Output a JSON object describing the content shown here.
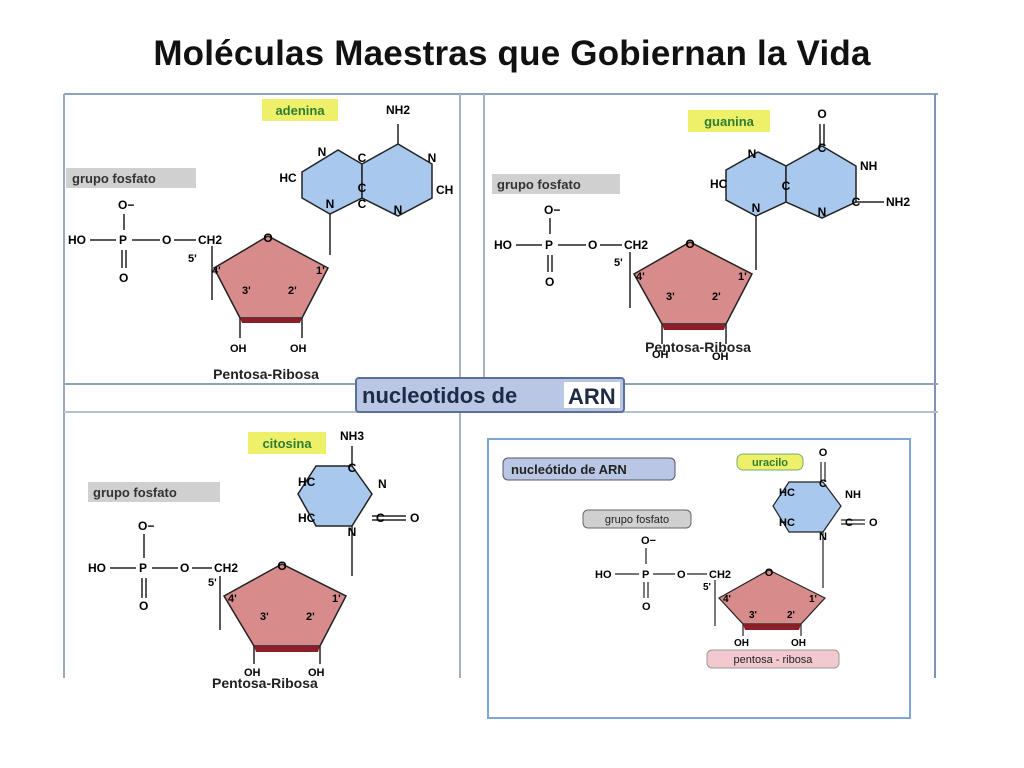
{
  "title": "Moléculas Maestras que Gobiernan la Vida",
  "center_label": {
    "part1": "nucleotidos de",
    "part2": "ARN"
  },
  "colors": {
    "base_fill": "#a9c8ee",
    "sugar_fill": "#d88b8b",
    "sugar_dark": "#8a1f2a",
    "label_box": "#d0d0d0",
    "base_label_bg": "#eef06a",
    "panel_line": "#8da3bf"
  },
  "panels": [
    {
      "base_name": "adenina",
      "phosphate_label": "grupo fosfato",
      "sugar_label": "Pentosa-Ribosa",
      "base_atoms": {
        "amino": "NH2",
        "n1": "N",
        "c1": "C",
        "n2": "N",
        "hc": "HC",
        "c2": "C",
        "ch": "CH",
        "n3": "N",
        "c3": "C",
        "n4": "N"
      }
    },
    {
      "base_name": "guanina",
      "phosphate_label": "grupo fosfato",
      "sugar_label": "Pentosa-Ribosa",
      "base_atoms": {
        "oxo": "O",
        "n1": "N",
        "c1": "C",
        "nh": "NH",
        "hc": "HC",
        "c2": "C",
        "c3": "C",
        "amino": "NH2",
        "n2": "N",
        "n3": "N"
      }
    },
    {
      "base_name": "citosina",
      "phosphate_label": "grupo fosfato",
      "sugar_label": "Pentosa-Ribosa",
      "base_atoms": {
        "amino": "NH3",
        "c1": "C",
        "hc1": "HC",
        "n1": "N",
        "hc2": "HC",
        "c2": "C",
        "oxo": "O",
        "n2": "N"
      }
    },
    {
      "header": "nucleótido de ARN",
      "base_name": "uracilo",
      "phosphate_label": "grupo fosfato",
      "sugar_label": "pentosa - ribosa",
      "base_atoms": {
        "oxo1": "O",
        "c1": "C",
        "hc1": "HC",
        "nh": "NH",
        "hc2": "HC",
        "c2": "C",
        "oxo2": "O",
        "n": "N"
      }
    }
  ],
  "phosphate": {
    "o_top": "O−",
    "p": "P",
    "ho": "HO",
    "o_link": "O",
    "ch2": "CH2",
    "o_bottom": "O"
  },
  "sugar": {
    "ring_o": "O",
    "c5": "5'",
    "c4": "4'",
    "c3": "3'",
    "c2": "2'",
    "c1": "1'",
    "oh3": "OH",
    "oh2": "OH"
  }
}
